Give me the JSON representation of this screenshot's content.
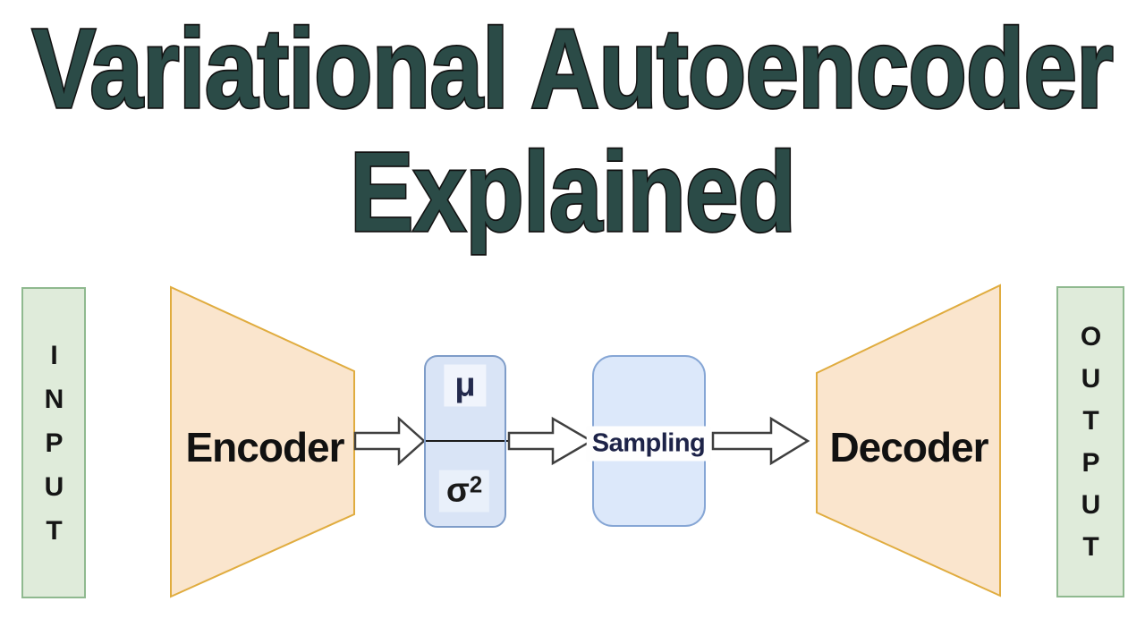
{
  "title": {
    "line1": "Variational Autoencoder",
    "line2": "Explained",
    "text_color": "#2B4B47",
    "outline_color": "#121212"
  },
  "diagram": {
    "input_label": "INPUT",
    "output_label": "OUTPUT",
    "encoder_label": "Encoder",
    "decoder_label": "Decoder",
    "mu_label": "μ",
    "sigma_base": "σ",
    "sigma_exponent": "2",
    "sampling_label": "Sampling",
    "colors": {
      "io_fill": "#DFEBDA",
      "io_border": "#8FB98F",
      "coder_fill": "#FAE5CD",
      "coder_border": "#E0AC3F",
      "latent_fill": "#D9E4F6",
      "latent_border": "#7E9CC8",
      "sampling_fill": "#DCE8FA",
      "sampling_border": "#86A6D5",
      "arrow_fill": "#FFFFFF",
      "arrow_border": "#3F3F3F",
      "label_navy": "#1D2348",
      "label_black": "#111111"
    }
  }
}
